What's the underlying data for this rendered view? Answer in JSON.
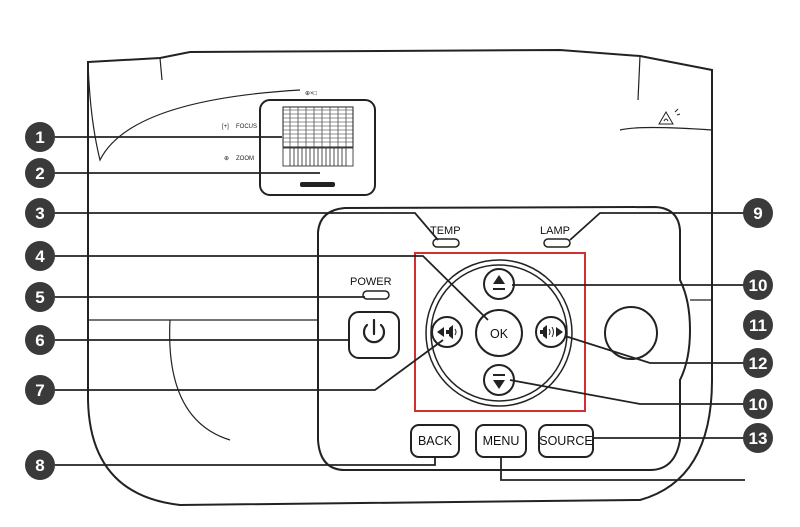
{
  "lens": {
    "top_symbols": "⊕×□",
    "focus_icon": "[+]",
    "focus_label": "FOCUS",
    "zoom_icon": "⊕",
    "zoom_label": "ZOOM"
  },
  "indicators": {
    "temp_label": "TEMP",
    "lamp_label": "LAMP",
    "power_label": "POWER"
  },
  "buttons": {
    "ok_label": "OK",
    "back_label": "BACK",
    "menu_label": "MENU",
    "source_label": "SOURCE",
    "power_symbol": "⏻"
  },
  "callouts": {
    "c1": "1",
    "c2": "2",
    "c3": "3",
    "c4": "4",
    "c5": "5",
    "c6": "6",
    "c7": "7",
    "c8": "8",
    "c9": "9",
    "c10a": "10",
    "c10b": "10",
    "c11": "11",
    "c12": "12",
    "c13": "13"
  },
  "icons": {
    "warning": "hot-surface-warning-icon",
    "up_arrow": "up-triangle-icon",
    "down_arrow": "down-triangle-icon",
    "left": "left-volume-icon",
    "right": "right-volume-icon"
  },
  "colors": {
    "callout_fill": "#3a3a3a",
    "highlight_box": "#d32f2f",
    "outline": "#222222"
  }
}
